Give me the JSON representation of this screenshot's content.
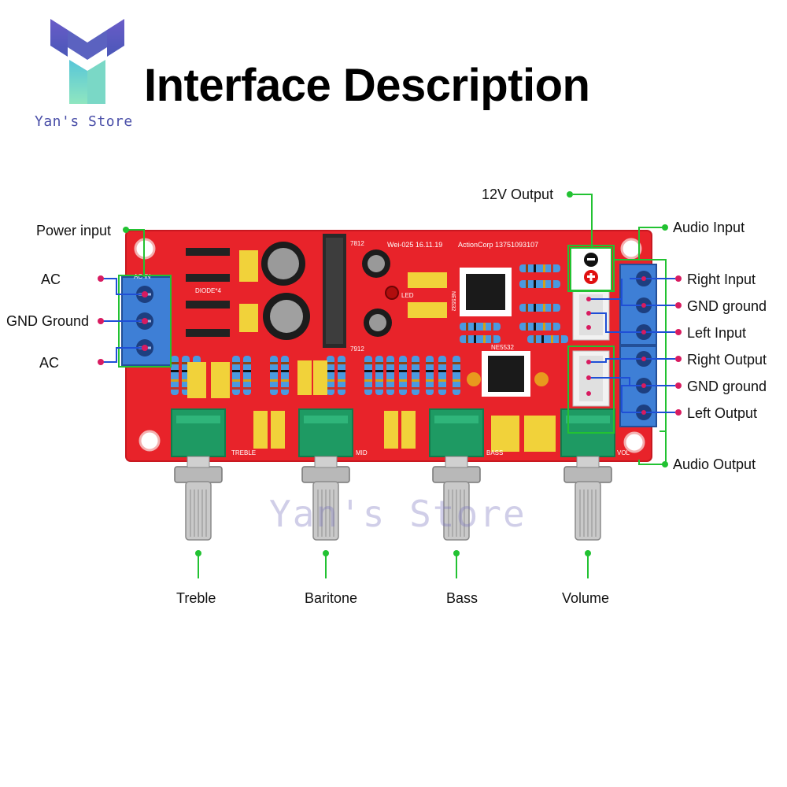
{
  "brand": {
    "logo": "yan-store-logo",
    "name": "Yan's Store",
    "watermark": "Yan's Store",
    "colors": {
      "logo_top": "#5a4fb0",
      "logo_stem": "#6fd6c8"
    }
  },
  "title": "Interface Description",
  "board": {
    "silkscreen": {
      "header": "Wei-025 16.11.19",
      "company": "ActionCorp 13751093107",
      "diode": "DIODE*4",
      "reg_top": "7812",
      "reg_bottom": "7912",
      "led": "LED",
      "chip1": "NE5532",
      "chip2": "NE5532",
      "in_tag": "AC IN"
    },
    "knobs": [
      "TREBLE",
      "MID",
      "BASS",
      "VOL"
    ]
  },
  "callouts": {
    "power_input": "Power input",
    "ac_top": "AC",
    "gnd_left": "GND Ground",
    "ac_bottom": "AC",
    "v12_output": "12V Output",
    "audio_input": "Audio Input",
    "right_input": "Right Input",
    "gnd_in": "GND ground",
    "left_input": "Left Input",
    "right_output": "Right Output",
    "gnd_out": "GND ground",
    "left_output": "Left Output",
    "audio_output": "Audio Output",
    "treble": "Treble",
    "baritone": "Baritone",
    "bass": "Bass",
    "volume": "Volume"
  },
  "colors": {
    "pcb": "#e8232a",
    "terminal": "#3e7fd6",
    "knob_body": "#1e9a63",
    "shaft": "#c9c9c9",
    "pointer_green": "#22c232",
    "pointer_red": "#d81b60"
  }
}
